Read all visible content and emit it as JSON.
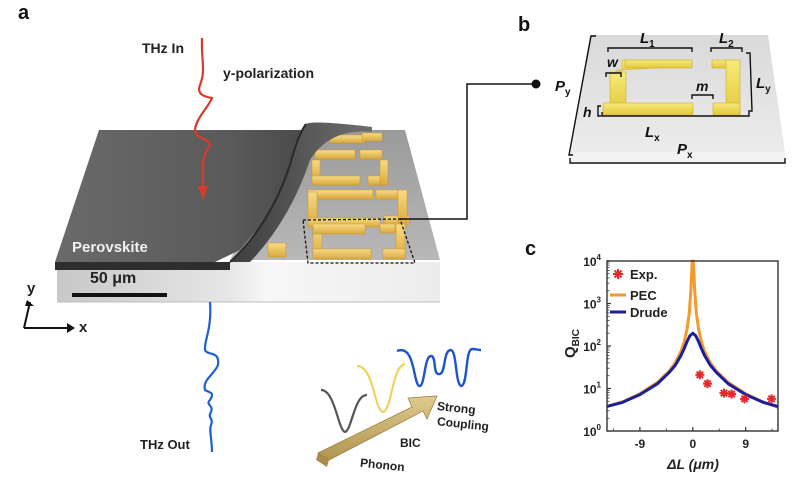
{
  "panels": {
    "a": {
      "label": "a",
      "thz_in": "THz In",
      "polarization": "y-polarization",
      "material": "Perovskite",
      "scale_bar": "50 μm",
      "axis_y": "y",
      "axis_x": "x",
      "thz_out": "THz Out",
      "process": {
        "arrow_labels": [
          "Phonon",
          "BIC",
          "Strong Coupling"
        ],
        "strong_line1": "Strong",
        "strong_line2": "Coupling"
      },
      "colors": {
        "thz_in": "#d93a2b",
        "thz_out": "#1f5fd0",
        "perovskite": "#595959",
        "gold": "#e9c15a",
        "phonon_curve": "#555555",
        "bic_curve": "#f0d35a",
        "coupling_curve": "#1f55c9",
        "arrow": "#c9b070"
      }
    },
    "b": {
      "label": "b",
      "params": {
        "L1": {
          "main": "L",
          "sub": "1"
        },
        "L2": {
          "main": "L",
          "sub": "2"
        },
        "w": "w",
        "m": "m",
        "h": "h",
        "Ly": {
          "main": "L",
          "sub": "y"
        },
        "Lx": {
          "main": "L",
          "sub": "x"
        },
        "Py": {
          "main": "P",
          "sub": "y"
        },
        "Px": {
          "main": "P",
          "sub": "x"
        }
      }
    },
    "c": {
      "label": "c"
    }
  },
  "chart_data": {
    "type": "line",
    "title": "",
    "xlabel": "ΔL (μm)",
    "ylabel": "Q_BIC",
    "ylabel_main": "Q",
    "ylabel_sub": "BIC",
    "xlim": [
      -14.6,
      14.5
    ],
    "ylim": [
      1,
      10000
    ],
    "yscale": "log",
    "xticks": [
      -9,
      0,
      9
    ],
    "xtick_labels": [
      "-9",
      "0",
      "9"
    ],
    "yticks": [
      1,
      10,
      100,
      1000,
      10000
    ],
    "ytick_labels": [
      {
        "base": "10",
        "exp": "0"
      },
      {
        "base": "10",
        "exp": "1"
      },
      {
        "base": "10",
        "exp": "2"
      },
      {
        "base": "10",
        "exp": "3"
      },
      {
        "base": "10",
        "exp": "4"
      }
    ],
    "grid": false,
    "legend": "top-left",
    "series": [
      {
        "name": "Exp.",
        "kind": "scatter",
        "marker": "star",
        "color": "#e8262c",
        "x": [
          1.2,
          2.5,
          5.3,
          6.6,
          8.8,
          13.4
        ],
        "y": [
          21,
          13,
          7.8,
          7.4,
          5.7,
          5.7
        ]
      },
      {
        "name": "PEC",
        "kind": "line",
        "color": "#f39a2c",
        "x": [
          -14.6,
          -12,
          -9,
          -6,
          -4,
          -3,
          -2,
          -1.5,
          -1,
          -0.6,
          -0.3,
          -0.1,
          0,
          0.1,
          0.3,
          0.6,
          1,
          1.5,
          2,
          3,
          4,
          6,
          9,
          12,
          14.5
        ],
        "y": [
          3.8,
          4.8,
          7.5,
          14,
          26,
          40,
          75,
          120,
          240,
          600,
          2200,
          10000,
          10000,
          10000,
          2200,
          600,
          240,
          120,
          75,
          40,
          26,
          14,
          7.5,
          4.8,
          3.6
        ]
      },
      {
        "name": "Drude",
        "kind": "line",
        "color": "#1b1f9e",
        "x": [
          -14.6,
          -12,
          -9,
          -6,
          -4,
          -3,
          -2,
          -1.5,
          -1,
          -0.5,
          0,
          0.5,
          1,
          1.5,
          2,
          3,
          4,
          6,
          9,
          12,
          14.5
        ],
        "y": [
          3.8,
          4.7,
          7.2,
          13,
          24,
          35,
          60,
          85,
          125,
          175,
          200,
          175,
          125,
          85,
          60,
          35,
          24,
          13,
          7.2,
          4.7,
          3.8
        ]
      }
    ]
  }
}
